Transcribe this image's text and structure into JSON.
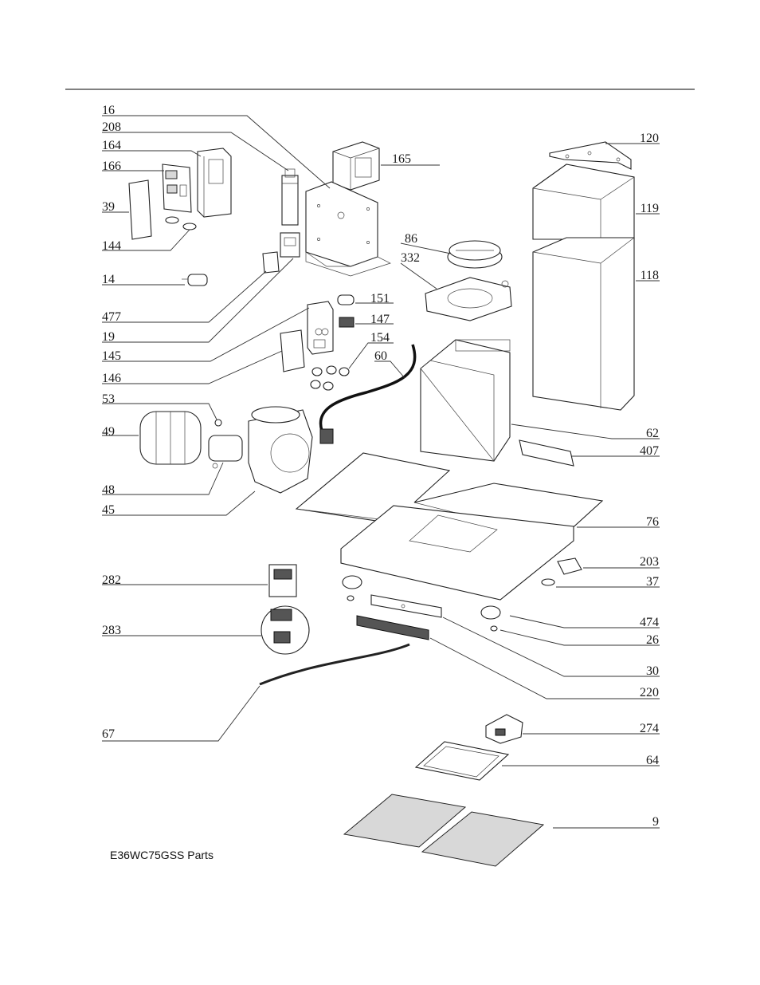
{
  "caption": "E36WC75GSS Parts",
  "part_numbers": {
    "p16": "16",
    "p208": "208",
    "p164": "164",
    "p166": "166",
    "p39": "39",
    "p144": "144",
    "p14": "14",
    "p477": "477",
    "p19": "19",
    "p145": "145",
    "p146": "146",
    "p53": "53",
    "p49": "49",
    "p48": "48",
    "p45": "45",
    "p282": "282",
    "p283": "283",
    "p67": "67",
    "p165": "165",
    "p86": "86",
    "p332": "332",
    "p151": "151",
    "p147": "147",
    "p154": "154",
    "p60": "60",
    "p120": "120",
    "p119": "119",
    "p118": "118",
    "p62": "62",
    "p407": "407",
    "p76": "76",
    "p203": "203",
    "p37": "37",
    "p474": "474",
    "p26": "26",
    "p30": "30",
    "p220": "220",
    "p274": "274",
    "p64": "64",
    "p9": "9"
  }
}
